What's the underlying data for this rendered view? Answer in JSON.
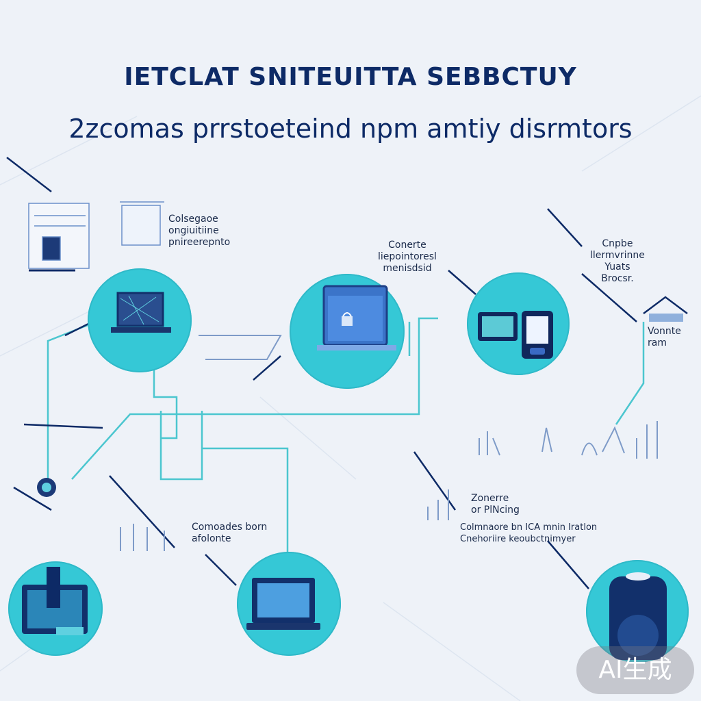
{
  "heading": {
    "line1": "IETCLAT SNITEUITTA SEBBCTUY",
    "line2": "2zcomas prrstoeteind npm amtiy  disrmtors"
  },
  "labels": {
    "top_left": "Colsegaoe\nongiuitiine\npnireerepnto",
    "top_center": "Conerte\nliepointoresl\nmenisdsid",
    "top_right": "Cnpbe\nllermvrinne\nYuats\nBrocsr.",
    "far_right": "Vonnte\nram",
    "bottom_left": "Comoades born\nafolonte",
    "bottom_right_title": "Zonerre\nor PlNcing",
    "bottom_right_body": "Colmnaore bn ICA mnin Iratlon\nCnehoriire keoubctnimyer"
  },
  "badge": "AI生成",
  "colors": {
    "circle": "#35c8d6",
    "connector": "#4bc6cf",
    "title": "#0d2a66"
  }
}
